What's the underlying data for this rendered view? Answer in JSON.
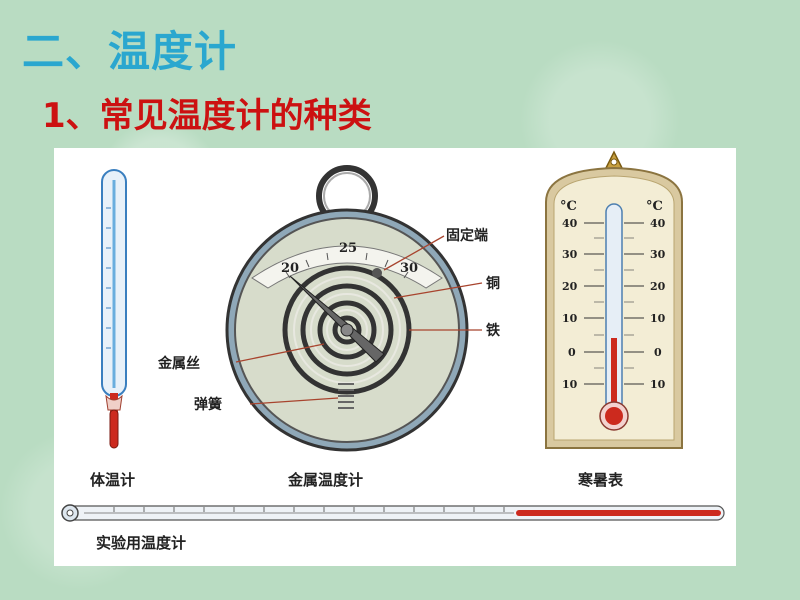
{
  "slide": {
    "title": "二、温度计",
    "subtitle": "1、常见温度计的种类"
  },
  "figure": {
    "body_thermometer": {
      "caption": "体温计"
    },
    "metal_thermometer": {
      "caption": "金属温度计",
      "dial_ticks": [
        "20",
        "25",
        "30"
      ],
      "callouts": {
        "fixed_end": "固定端",
        "copper": "铜",
        "iron": "铁",
        "metal_wire": "金属丝",
        "spring": "弹簧"
      }
    },
    "min_max_thermometer": {
      "caption": "寒暑表",
      "unit": "°C",
      "scale_labels": [
        "40",
        "30",
        "20",
        "10",
        "0",
        "10"
      ]
    },
    "lab_thermometer": {
      "caption": "实验用温度计"
    }
  },
  "colors": {
    "title": "#2aa7cf",
    "subtitle": "#cc1111",
    "mercury": "#cc2a1e",
    "tube": "#3a8fd0"
  }
}
